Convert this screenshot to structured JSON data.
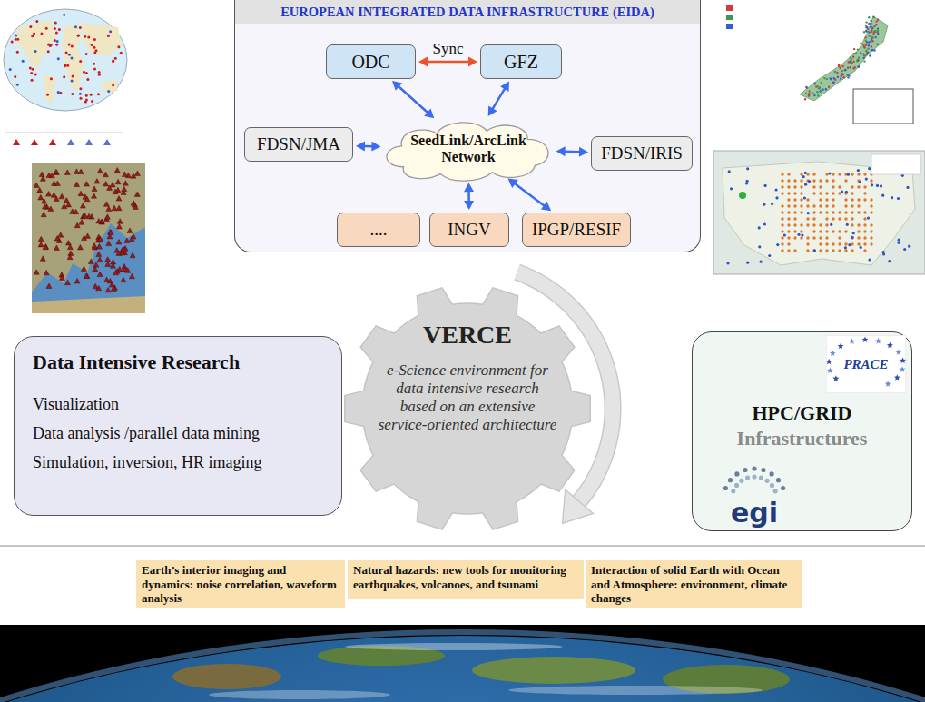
{
  "diagram": {
    "nodes": [
      {
        "text": [
          "EUROPEAN INTEGRATED DATA INFRASTRUCTURE (EIDA)"
        ]
      },
      {
        "text": [
          "ODC"
        ],
        "in": 0
      },
      {
        "text": [
          "GFZ"
        ],
        "in": 0
      },
      {
        "text": [
          "FDSN/JMA"
        ],
        "in": 0
      },
      {
        "text": [
          "SeedLink/ArcLink Network"
        ],
        "in": 0
      },
      {
        "text": [
          "FDSN/IRIS"
        ],
        "in": 0
      },
      {
        "text": [
          "...."
        ],
        "in": 0
      },
      {
        "text": [
          "INGV"
        ],
        "in": 0
      },
      {
        "text": [
          "IPGP/RESIF"
        ],
        "in": 0
      },
      {
        "text": [
          "Data Intensive Research",
          "Visualization",
          "Data analysis /parallel data mining",
          "Simulation, inversion, HR imaging"
        ]
      },
      {
        "text": [
          "VERCE",
          "e-Science environment for data intensive research based on an extensive service-oriented architecture"
        ]
      },
      {
        "text": [
          "HPC/GRID",
          "Infrastructures"
        ]
      },
      {
        "text": [
          "Earth’s interior imaging and dynamics: noise correlation, waveform analysis"
        ]
      },
      {
        "text": [
          "Natural hazards: new tools for monitoring earthquakes, volcanoes, and tsunami"
        ]
      },
      {
        "text": [
          "Interaction of solid Earth with Ocean and Atmosphere: environment, climate changes"
        ]
      }
    ],
    "edges": [
      {
        "from": 1,
        "to": 2,
        "arrow": "both",
        "label": "Sync"
      },
      {
        "from": 4,
        "to": 1,
        "arrow": "both"
      },
      {
        "from": 4,
        "to": 2,
        "arrow": "both"
      },
      {
        "from": 3,
        "to": 4,
        "arrow": "both"
      },
      {
        "from": 4,
        "to": 5,
        "arrow": "both"
      },
      {
        "from": 4,
        "to": 7,
        "arrow": "both"
      },
      {
        "from": 4,
        "to": 8,
        "arrow": "both"
      }
    ],
    "labels": [
      "PRACE",
      "egi"
    ]
  }
}
